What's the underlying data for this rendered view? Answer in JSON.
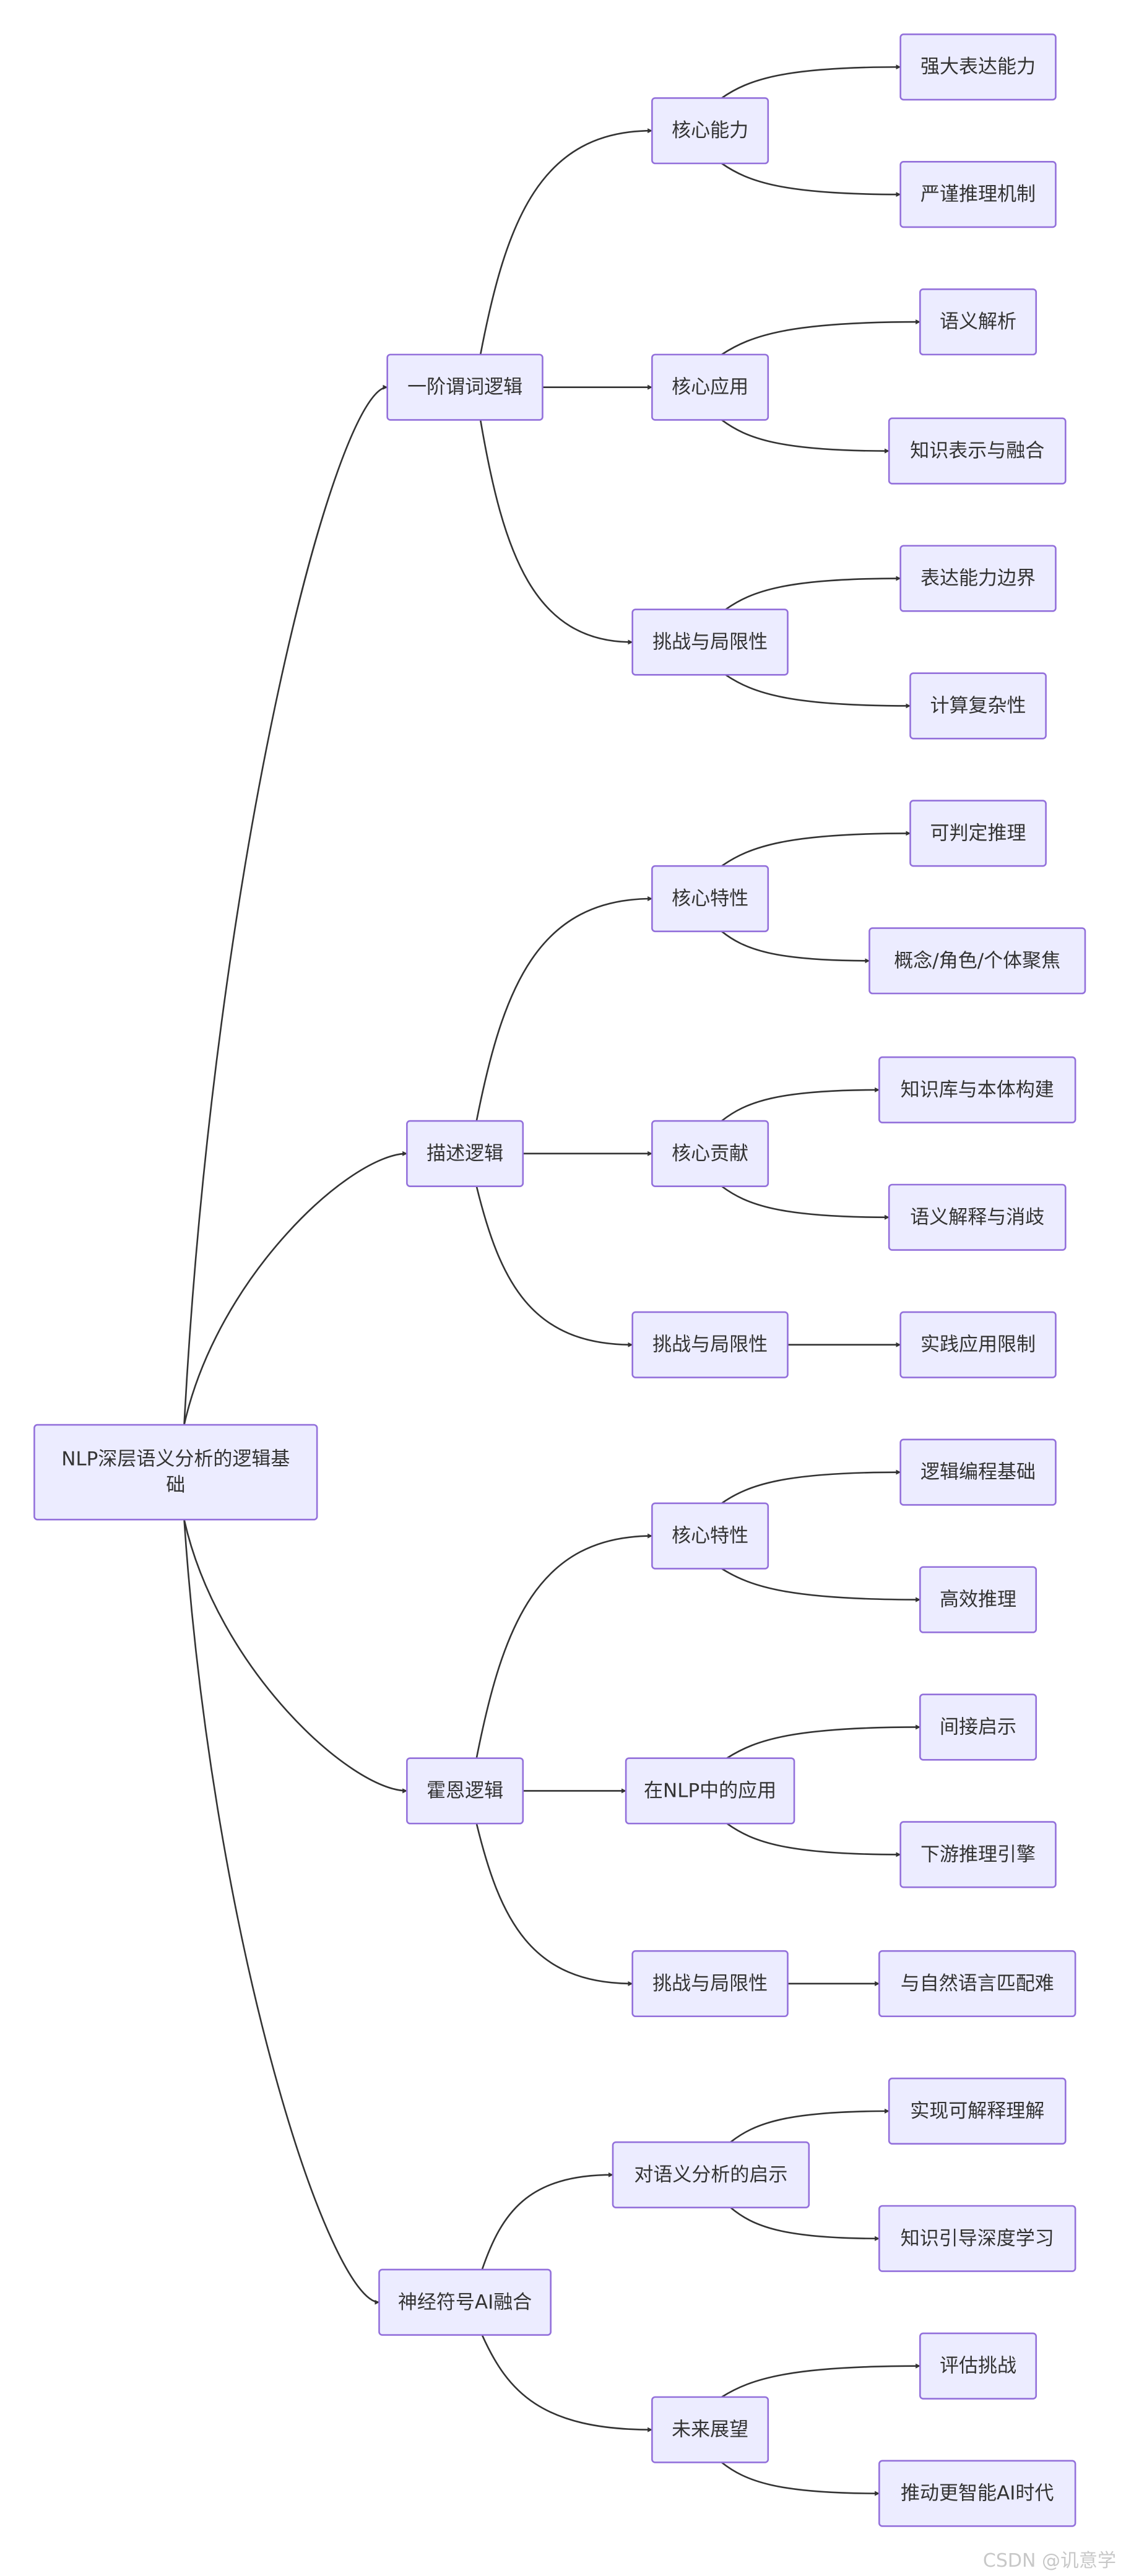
{
  "nodes": {
    "root": {
      "label": "NLP深层语义分析的逻辑基",
      "label_line2": "础"
    },
    "fol": {
      "label": "一阶谓词逻辑"
    },
    "fol_core_ability": {
      "label": "核心能力"
    },
    "fol_strong_expression": {
      "label": "强大表达能力"
    },
    "fol_rigorous_reasoning": {
      "label": "严谨推理机制"
    },
    "fol_core_application": {
      "label": "核心应用"
    },
    "fol_semantic_parsing": {
      "label": "语义解析"
    },
    "fol_knowledge_fusion": {
      "label": "知识表示与融合"
    },
    "fol_challenges": {
      "label": "挑战与局限性"
    },
    "fol_expression_boundary": {
      "label": "表达能力边界"
    },
    "fol_complexity": {
      "label": "计算复杂性"
    },
    "dl": {
      "label": "描述逻辑"
    },
    "dl_core_features": {
      "label": "核心特性"
    },
    "dl_decidable_reasoning": {
      "label": "可判定推理"
    },
    "dl_concept_role": {
      "label": "概念/角色/个体聚焦"
    },
    "dl_core_contribution": {
      "label": "核心贡献"
    },
    "dl_kb_ontology": {
      "label": "知识库与本体构建"
    },
    "dl_interpretation_disambiguation": {
      "label": "语义解释与消歧"
    },
    "dl_challenges": {
      "label": "挑战与局限性"
    },
    "dl_practical_limits": {
      "label": "实践应用限制"
    },
    "horn": {
      "label": "霍恩逻辑"
    },
    "horn_core_features": {
      "label": "核心特性"
    },
    "horn_logic_programming": {
      "label": "逻辑编程基础"
    },
    "horn_efficient_reasoning": {
      "label": "高效推理"
    },
    "horn_nlp_application": {
      "label": "在NLP中的应用"
    },
    "horn_indirect_inspiration": {
      "label": "间接启示"
    },
    "horn_downstream_engine": {
      "label": "下游推理引擎"
    },
    "horn_challenges": {
      "label": "挑战与局限性"
    },
    "horn_nl_matching": {
      "label": "与自然语言匹配难"
    },
    "nsai": {
      "label": "神经符号AI融合"
    },
    "nsai_inspiration": {
      "label": "对语义分析的启示"
    },
    "nsai_explainable": {
      "label": "实现可解释理解"
    },
    "nsai_knowledge_guided": {
      "label": "知识引导深度学习"
    },
    "nsai_outlook": {
      "label": "未来展望"
    },
    "nsai_eval_challenges": {
      "label": "评估挑战"
    },
    "nsai_smarter_ai": {
      "label": "推动更智能AI时代"
    }
  },
  "edges": [
    [
      "root",
      "fol"
    ],
    [
      "root",
      "dl"
    ],
    [
      "root",
      "horn"
    ],
    [
      "root",
      "nsai"
    ],
    [
      "fol",
      "fol_core_ability"
    ],
    [
      "fol",
      "fol_core_application"
    ],
    [
      "fol",
      "fol_challenges"
    ],
    [
      "fol_core_ability",
      "fol_strong_expression"
    ],
    [
      "fol_core_ability",
      "fol_rigorous_reasoning"
    ],
    [
      "fol_core_application",
      "fol_semantic_parsing"
    ],
    [
      "fol_core_application",
      "fol_knowledge_fusion"
    ],
    [
      "fol_challenges",
      "fol_expression_boundary"
    ],
    [
      "fol_challenges",
      "fol_complexity"
    ],
    [
      "dl",
      "dl_core_features"
    ],
    [
      "dl",
      "dl_core_contribution"
    ],
    [
      "dl",
      "dl_challenges"
    ],
    [
      "dl_core_features",
      "dl_decidable_reasoning"
    ],
    [
      "dl_core_features",
      "dl_concept_role"
    ],
    [
      "dl_core_contribution",
      "dl_kb_ontology"
    ],
    [
      "dl_core_contribution",
      "dl_interpretation_disambiguation"
    ],
    [
      "dl_challenges",
      "dl_practical_limits"
    ],
    [
      "horn",
      "horn_core_features"
    ],
    [
      "horn",
      "horn_nlp_application"
    ],
    [
      "horn",
      "horn_challenges"
    ],
    [
      "horn_core_features",
      "horn_logic_programming"
    ],
    [
      "horn_core_features",
      "horn_efficient_reasoning"
    ],
    [
      "horn_nlp_application",
      "horn_indirect_inspiration"
    ],
    [
      "horn_nlp_application",
      "horn_downstream_engine"
    ],
    [
      "horn_challenges",
      "horn_nl_matching"
    ],
    [
      "nsai",
      "nsai_inspiration"
    ],
    [
      "nsai",
      "nsai_outlook"
    ],
    [
      "nsai_inspiration",
      "nsai_explainable"
    ],
    [
      "nsai_inspiration",
      "nsai_knowledge_guided"
    ],
    [
      "nsai_outlook",
      "nsai_eval_challenges"
    ],
    [
      "nsai_outlook",
      "nsai_smarter_ai"
    ]
  ],
  "watermark": "CSDN @讥意学",
  "colors": {
    "node_fill": "#ECECFF",
    "node_border": "#9370DB",
    "edge": "#333333",
    "text": "#333333"
  }
}
